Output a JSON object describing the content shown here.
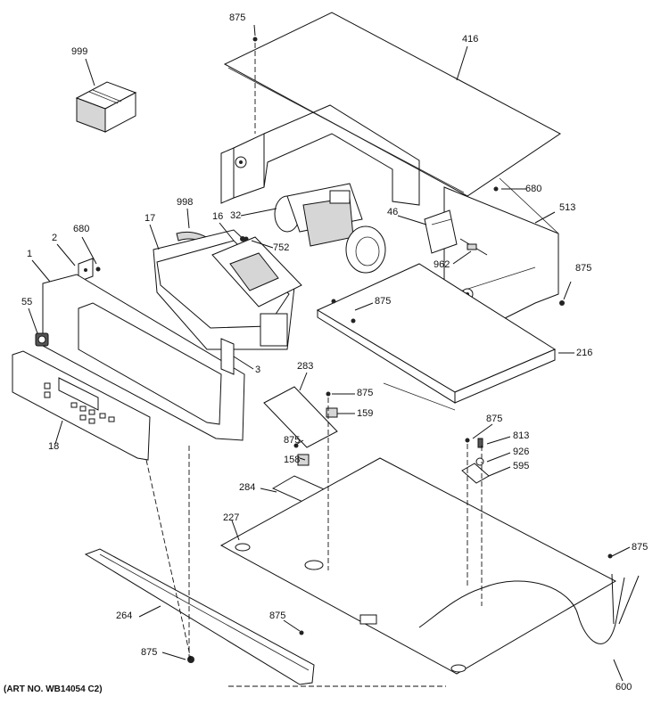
{
  "diagram": {
    "art_number": "(ART NO. WB14054 C2)",
    "callouts": [
      {
        "id": "c-875-a",
        "text": "875"
      },
      {
        "id": "c-999",
        "text": "999"
      },
      {
        "id": "c-416",
        "text": "416"
      },
      {
        "id": "c-680-a",
        "text": "680"
      },
      {
        "id": "c-998",
        "text": "998"
      },
      {
        "id": "c-17",
        "text": "17"
      },
      {
        "id": "c-16",
        "text": "16"
      },
      {
        "id": "c-32",
        "text": "32"
      },
      {
        "id": "c-46",
        "text": "46"
      },
      {
        "id": "c-513",
        "text": "513"
      },
      {
        "id": "c-2",
        "text": "2"
      },
      {
        "id": "c-680-b",
        "text": "680"
      },
      {
        "id": "c-752",
        "text": "752"
      },
      {
        "id": "c-1",
        "text": "1"
      },
      {
        "id": "c-962",
        "text": "962"
      },
      {
        "id": "c-875-b",
        "text": "875"
      },
      {
        "id": "c-55",
        "text": "55"
      },
      {
        "id": "c-875-c",
        "text": "875"
      },
      {
        "id": "c-216",
        "text": "216"
      },
      {
        "id": "c-3",
        "text": "3"
      },
      {
        "id": "c-283",
        "text": "283"
      },
      {
        "id": "c-875-d",
        "text": "875"
      },
      {
        "id": "c-159",
        "text": "159"
      },
      {
        "id": "c-18",
        "text": "18"
      },
      {
        "id": "c-875-e",
        "text": "875"
      },
      {
        "id": "c-875-f",
        "text": "875"
      },
      {
        "id": "c-813",
        "text": "813"
      },
      {
        "id": "c-158",
        "text": "158"
      },
      {
        "id": "c-926",
        "text": "926"
      },
      {
        "id": "c-595",
        "text": "595"
      },
      {
        "id": "c-284",
        "text": "284"
      },
      {
        "id": "c-227",
        "text": "227"
      },
      {
        "id": "c-875-g",
        "text": "875"
      },
      {
        "id": "c-264",
        "text": "264"
      },
      {
        "id": "c-875-h",
        "text": "875"
      },
      {
        "id": "c-875-i",
        "text": "875"
      },
      {
        "id": "c-600",
        "text": "600"
      }
    ]
  }
}
